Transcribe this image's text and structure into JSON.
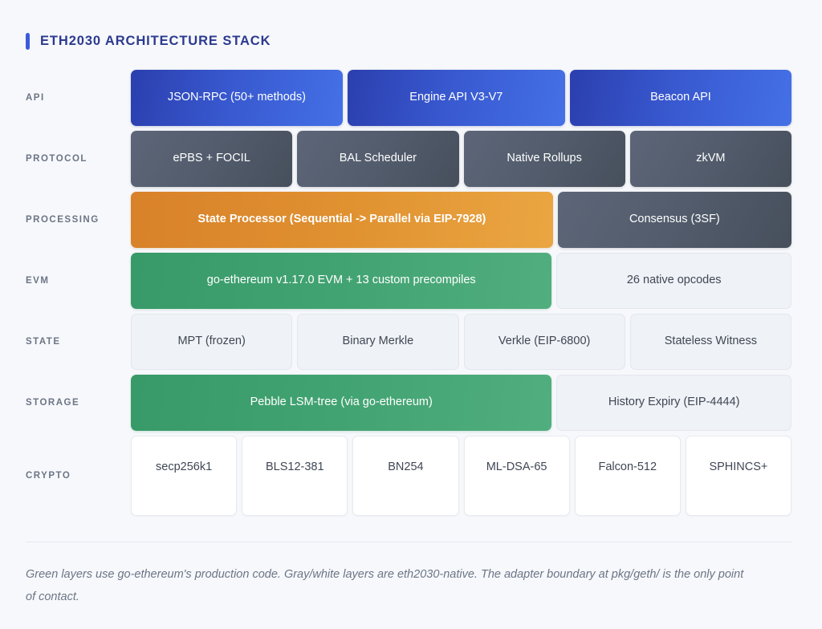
{
  "header": {
    "title": "ETH2030 ARCHITECTURE STACK",
    "accent_color": "#3b5bdb",
    "title_color": "#2b3a8f"
  },
  "palette": {
    "background": "#f7f8fb",
    "blue": "#3858cf",
    "slate": "#525c6c",
    "orange": "#e09130",
    "green": "#42a372",
    "gray": "#eff2f6",
    "white": "#ffffff",
    "label_text": "#6b7586"
  },
  "rows": [
    {
      "label": "API",
      "height": 70,
      "boxes": [
        {
          "text": "JSON-RPC (50+ methods)",
          "style": "blue",
          "flex": 2.97
        },
        {
          "text": "Engine API V3-V7",
          "style": "blue",
          "flex": 3.06
        },
        {
          "text": "Beacon API",
          "style": "blue",
          "flex": 3.12
        }
      ]
    },
    {
      "label": "PROTOCOL",
      "height": 70,
      "boxes": [
        {
          "text": "ePBS + FOCIL",
          "style": "slate",
          "flex": 1
        },
        {
          "text": "BAL Scheduler",
          "style": "slate",
          "flex": 1
        },
        {
          "text": "Native Rollups",
          "style": "slate",
          "flex": 1
        },
        {
          "text": "zkVM",
          "style": "slate",
          "flex": 1
        }
      ]
    },
    {
      "label": "PROCESSING",
      "height": 70,
      "boxes": [
        {
          "text": "State Processor (Sequential -> Parallel via EIP-7928)",
          "style": "orange",
          "flex": 6.45
        },
        {
          "text": "Consensus (3SF)",
          "style": "slate",
          "flex": 3.46
        }
      ]
    },
    {
      "label": "EVM",
      "height": 70,
      "boxes": [
        {
          "text": "go-ethereum v1.17.0 EVM + 13 custom precompiles",
          "style": "green",
          "flex": 6.45
        },
        {
          "text": "26 native opcodes",
          "style": "gray",
          "flex": 3.46
        }
      ]
    },
    {
      "label": "STATE",
      "height": 70,
      "boxes": [
        {
          "text": "MPT (frozen)",
          "style": "gray",
          "flex": 1
        },
        {
          "text": "Binary Merkle",
          "style": "gray",
          "flex": 1
        },
        {
          "text": "Verkle (EIP-6800)",
          "style": "gray",
          "flex": 1
        },
        {
          "text": "Stateless Witness",
          "style": "gray",
          "flex": 1
        }
      ]
    },
    {
      "label": "STORAGE",
      "height": 70,
      "boxes": [
        {
          "text": "Pebble LSM-tree (via go-ethereum)",
          "style": "green",
          "flex": 6.45
        },
        {
          "text": "History Expiry (EIP-4444)",
          "style": "gray",
          "flex": 3.46
        }
      ]
    },
    {
      "label": "CRYPTO",
      "height": 100,
      "boxes": [
        {
          "text": "secp256k1",
          "style": "white",
          "flex": 1,
          "align": "top"
        },
        {
          "text": "BLS12-381",
          "style": "white",
          "flex": 1,
          "align": "top"
        },
        {
          "text": "BN254",
          "style": "white",
          "flex": 1,
          "align": "top"
        },
        {
          "text": "ML-DSA-65",
          "style": "white",
          "flex": 1,
          "align": "top"
        },
        {
          "text": "Falcon-512",
          "style": "white",
          "flex": 1,
          "align": "top"
        },
        {
          "text": "SPHINCS+",
          "style": "white",
          "flex": 1,
          "align": "top"
        }
      ]
    }
  ],
  "footer": {
    "note": "Green layers use go-ethereum's production code. Gray/white layers are eth2030-native. The adapter boundary at pkg/geth/ is the only point of contact."
  }
}
